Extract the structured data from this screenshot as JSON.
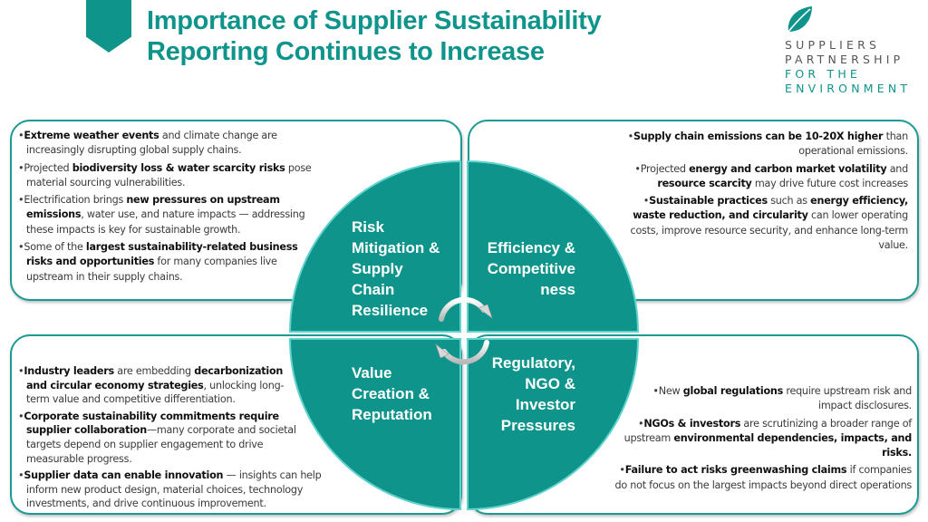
{
  "header": {
    "title_line1": "Importance of Supplier Sustainability",
    "title_line2": "Reporting Continues to Increase"
  },
  "logo": {
    "lines": [
      "SUPPLIERS",
      "PARTNERSHIP",
      "FOR THE",
      "ENVIRONMENT"
    ],
    "icon": "leaf-icon"
  },
  "colors": {
    "accent": "#0f948c",
    "quadrant": "#0f948c",
    "border": "#1a9a92"
  },
  "quadrants": [
    {
      "id": "tl",
      "label": "Risk Mitigation & Supply Chain Resilience",
      "label_lines": [
        "Risk",
        "Mitigation &",
        "Supply",
        "Chain",
        "Resilience"
      ],
      "bullets": [
        [
          {
            "t": "Extreme weather events",
            "b": true
          },
          {
            "t": " and climate change are increasingly disrupting global supply chains.",
            "b": false
          }
        ],
        [
          {
            "t": "Projected ",
            "b": false
          },
          {
            "t": "biodiversity loss & water scarcity risks",
            "b": true
          },
          {
            "t": " pose material sourcing vulnerabilities.",
            "b": false
          }
        ],
        [
          {
            "t": "Electrification brings ",
            "b": false
          },
          {
            "t": "new pressures on upstream emissions",
            "b": true
          },
          {
            "t": ", water use, and nature impacts — addressing these impacts is key for sustainable growth.",
            "b": false
          }
        ],
        [
          {
            "t": "Some of the ",
            "b": false
          },
          {
            "t": "largest sustainability-related business risks and opportunities",
            "b": true
          },
          {
            "t": " for many companies live upstream in their supply chains.",
            "b": false
          }
        ]
      ]
    },
    {
      "id": "tr",
      "label": "Efficiency & Competitiveness",
      "label_lines": [
        "Efficiency &",
        "Competitive",
        "ness"
      ],
      "bullets": [
        [
          {
            "t": "Supply chain emissions can be 10-20X higher",
            "b": true
          },
          {
            "t": " than operational emissions.",
            "b": false
          }
        ],
        [
          {
            "t": "Projected ",
            "b": false
          },
          {
            "t": "energy and carbon market volatility",
            "b": true
          },
          {
            "t": " and ",
            "b": false
          },
          {
            "t": "resource scarcity",
            "b": true
          },
          {
            "t": " may drive future cost increases",
            "b": false
          }
        ],
        [
          {
            "t": "Sustainable practices",
            "b": true
          },
          {
            "t": " such as ",
            "b": false
          },
          {
            "t": "energy efficiency, waste reduction, and circularity",
            "b": true
          },
          {
            "t": " can lower operating costs, improve resource security, and enhance long-term value.",
            "b": false
          }
        ]
      ]
    },
    {
      "id": "bl",
      "label": "Value Creation & Reputation",
      "label_lines": [
        "Value",
        "Creation &",
        "Reputation"
      ],
      "bullets": [
        [
          {
            "t": "Industry leaders",
            "b": true
          },
          {
            "t": " are embedding ",
            "b": false
          },
          {
            "t": "decarbonization and circular economy strategies",
            "b": true
          },
          {
            "t": ", unlocking long-term value and competitive differentiation.",
            "b": false
          }
        ],
        [
          {
            "t": "Corporate sustainability commitments require supplier collaboration",
            "b": true
          },
          {
            "t": "—many corporate and societal targets depend on supplier engagement to drive measurable progress.",
            "b": false
          }
        ],
        [
          {
            "t": "Supplier data can enable innovation",
            "b": true
          },
          {
            "t": " — insights can help inform new product design, material choices, technology investments, and drive continuous improvement.",
            "b": false
          }
        ]
      ]
    },
    {
      "id": "br",
      "label": "Regulatory, NGO & Investor Pressures",
      "label_lines": [
        "Regulatory,",
        "NGO &",
        "Investor",
        "Pressures"
      ],
      "bullets": [
        [
          {
            "t": "New ",
            "b": false
          },
          {
            "t": "global regulations",
            "b": true
          },
          {
            "t": " require upstream risk and impact disclosures.",
            "b": false
          }
        ],
        [
          {
            "t": "NGOs & investors",
            "b": true
          },
          {
            "t": " are scrutinizing a broader range of upstream ",
            "b": false
          },
          {
            "t": "environmental dependencies, impacts, and risks.",
            "b": true
          }
        ],
        [
          {
            "t": "Failure to act risks greenwashing claims",
            "b": true
          },
          {
            "t": " if companies do not focus on the largest impacts beyond direct operations",
            "b": false
          }
        ]
      ]
    }
  ]
}
